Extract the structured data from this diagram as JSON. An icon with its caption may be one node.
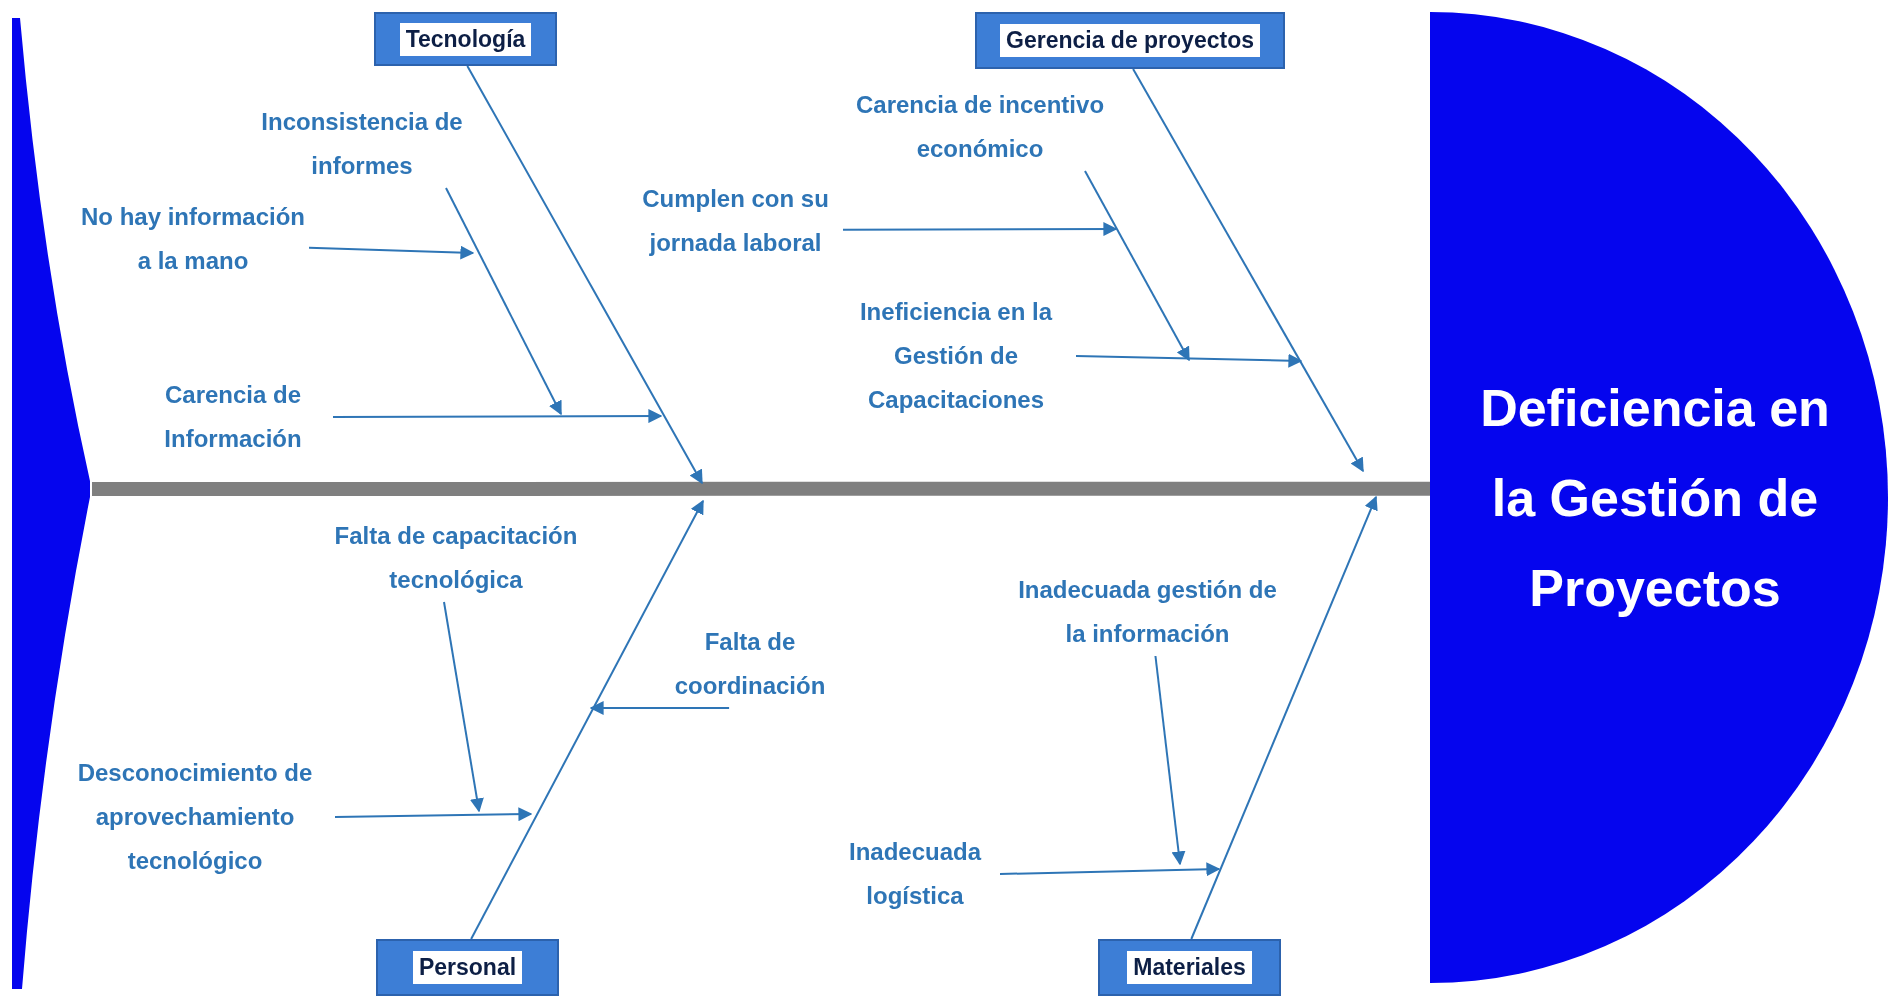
{
  "diagram": {
    "nodes": [
      {
        "text": [],
        "shape": "triangle"
      },
      {
        "text": [
          "Tecnología"
        ]
      },
      {
        "text": [
          "Gerencia de proyectos"
        ]
      },
      {
        "text": [
          "Inconsistencia de informes"
        ]
      },
      {
        "text": [
          "Carencia de incentivo económico"
        ]
      },
      {
        "text": [
          "No hay información a la mano"
        ]
      },
      {
        "text": [
          "Cumplen con su jornada laboral"
        ]
      },
      {
        "text": [
          "Ineficiencia en la Gestión de Capacitaciones"
        ]
      },
      {
        "text": [
          "Carencia de Información"
        ]
      },
      {
        "text": [
          "Deficiencia en la Gestión de Proyectos"
        ]
      },
      {
        "text": [
          "Falta de capacitación tecnológica"
        ]
      },
      {
        "text": [
          "Inadecuada gestión de la información"
        ]
      },
      {
        "text": [
          "Falta de coordinación"
        ]
      },
      {
        "text": [
          "Desconocimiento de aprovechamiento tecnológico"
        ]
      },
      {
        "text": [
          "Inadecuada logística"
        ]
      },
      {
        "text": [
          "Personal"
        ]
      },
      {
        "text": [
          "Materiales"
        ]
      }
    ],
    "edges": [
      {
        "from": 0,
        "to": 9,
        "arrow": "none",
        "style": "thick",
        "color": "#7f7f7f"
      },
      {
        "from": 1,
        "to": null,
        "arrow": "to"
      },
      {
        "from": 2,
        "to": null,
        "arrow": "to"
      },
      {
        "from": 15,
        "to": null,
        "arrow": "to"
      },
      {
        "from": 16,
        "to": null,
        "arrow": "to"
      },
      {
        "from": 3,
        "to": null,
        "arrow": "to"
      },
      {
        "from": 5,
        "to": null,
        "arrow": "to"
      },
      {
        "from": 8,
        "to": null,
        "arrow": "to"
      },
      {
        "from": 6,
        "to": null,
        "arrow": "to"
      },
      {
        "from": 4,
        "to": null,
        "arrow": "to"
      },
      {
        "from": 7,
        "to": null,
        "arrow": "to"
      },
      {
        "from": 10,
        "to": null,
        "arrow": "to"
      },
      {
        "from": 12,
        "to": null,
        "arrow": "to"
      },
      {
        "from": 13,
        "to": null,
        "arrow": "to"
      },
      {
        "from": 11,
        "to": null,
        "arrow": "to"
      },
      {
        "from": 14,
        "to": null,
        "arrow": "to"
      }
    ]
  }
}
